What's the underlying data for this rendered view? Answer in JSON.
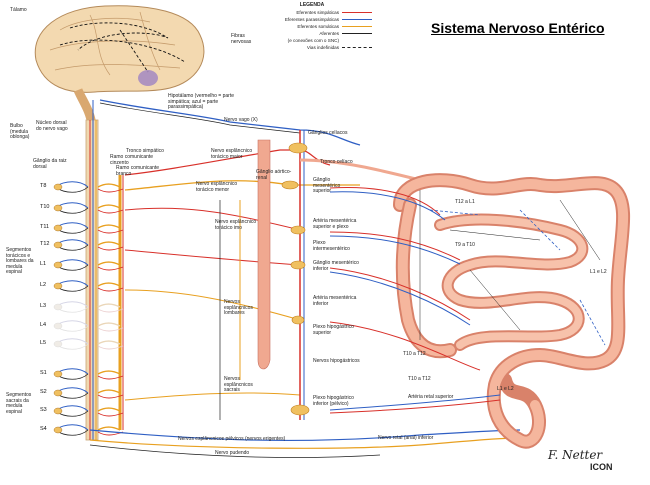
{
  "title": "Sistema Nervoso Entérico",
  "legend": {
    "heading": "LEGENDA",
    "items": [
      {
        "label": "Eferentes simpáticas",
        "color": "#d8302a",
        "dashed": false
      },
      {
        "label": "Eferentes parassimpáticas",
        "color": "#2f5fc4",
        "dashed": false
      },
      {
        "label": "Eferentes somáticas",
        "color": "#e8a020",
        "dashed": false
      },
      {
        "label": "Aferentes",
        "color": "#222222",
        "dashed": false
      },
      {
        "label": "(e conexões com o SNC)",
        "color": "",
        "dashed": false
      },
      {
        "label": "Vias indefinidas",
        "color": "#222222",
        "dashed": true
      }
    ]
  },
  "brain_labels": {
    "talamo": "Tálamo",
    "fibras": "Fibras nervosas",
    "hipotalamo": "Hipotálamo (vermelho = parte simpática; azul = parte parassimpática)"
  },
  "left_labels": {
    "bulbo": "Bulbo (medula oblonga)",
    "nucleo": "Núcleo dorsal do nervo vago",
    "ganglio_raiz": "Gânglio da raiz dorsal",
    "toracicos": "Segmentos torácicos e lombares da medula espinal",
    "sacrais": "Segmentos sacrais da medula espinal"
  },
  "segments": [
    "T8",
    "T10",
    "T11",
    "T12",
    "L1",
    "L2",
    "L3",
    "L4",
    "L5",
    "S1",
    "S2",
    "S3",
    "S4"
  ],
  "nerve_labels": {
    "vago": "Nervo vago (X)",
    "tronco_simpatico": "Tronco simpático",
    "ramo_cinzento": "Ramo comunicante cinzento",
    "ramo_branco": "Ramo comunicante branco",
    "espl_maior": "Nervo esplâncnico torácico maior",
    "espl_menor": "Nervo esplâncnico torácico menor",
    "espl_imo": "Nervo esplâncnico torácico imo",
    "ganglio_aortico": "Gânglio aórtico-renal",
    "espl_lombares": "Nervos esplâncnicos lombares",
    "espl_sacrais": "Nervos esplâncnicos sacrais",
    "ganglios_celiacos": "Gânglios celíacos",
    "tronco_celiaco": "Tronco celíaco",
    "mes_superior": "Gânglio mesentérico superior",
    "art_mes_superior": "Artéria mesentérica superior e plexo",
    "plexo_inter": "Plexo intermesentérico",
    "mes_inferior": "Gânglio mesentérico inferior",
    "art_mes_inferior": "Artéria mesentérica inferior",
    "hipog_superior": "Plexo hipogástrico superior",
    "nervos_hipog": "Nervos hipogástricos",
    "hipog_inferior": "Plexo hipogástrico inferior (pélvico)",
    "art_retal": "Artéria retal superior",
    "espl_pelvicos": "Nervos esplâncnicos pélvicos (nervos erigentes)",
    "retal_inferior": "Nervo retal (anal) inferior",
    "pudendo": "Nervo pudendo"
  },
  "gut_labels": {
    "t12_l1": "T12 a L1",
    "t9_t10": "T9 a T10",
    "l1_l2_right": "L1 e L2",
    "t10_t12_a": "T10 a T12",
    "t10_t12_b": "T10 a T12",
    "l1_l2_low": "L1 e L2"
  },
  "signature": "F. Netter",
  "credit": "ICON"
}
